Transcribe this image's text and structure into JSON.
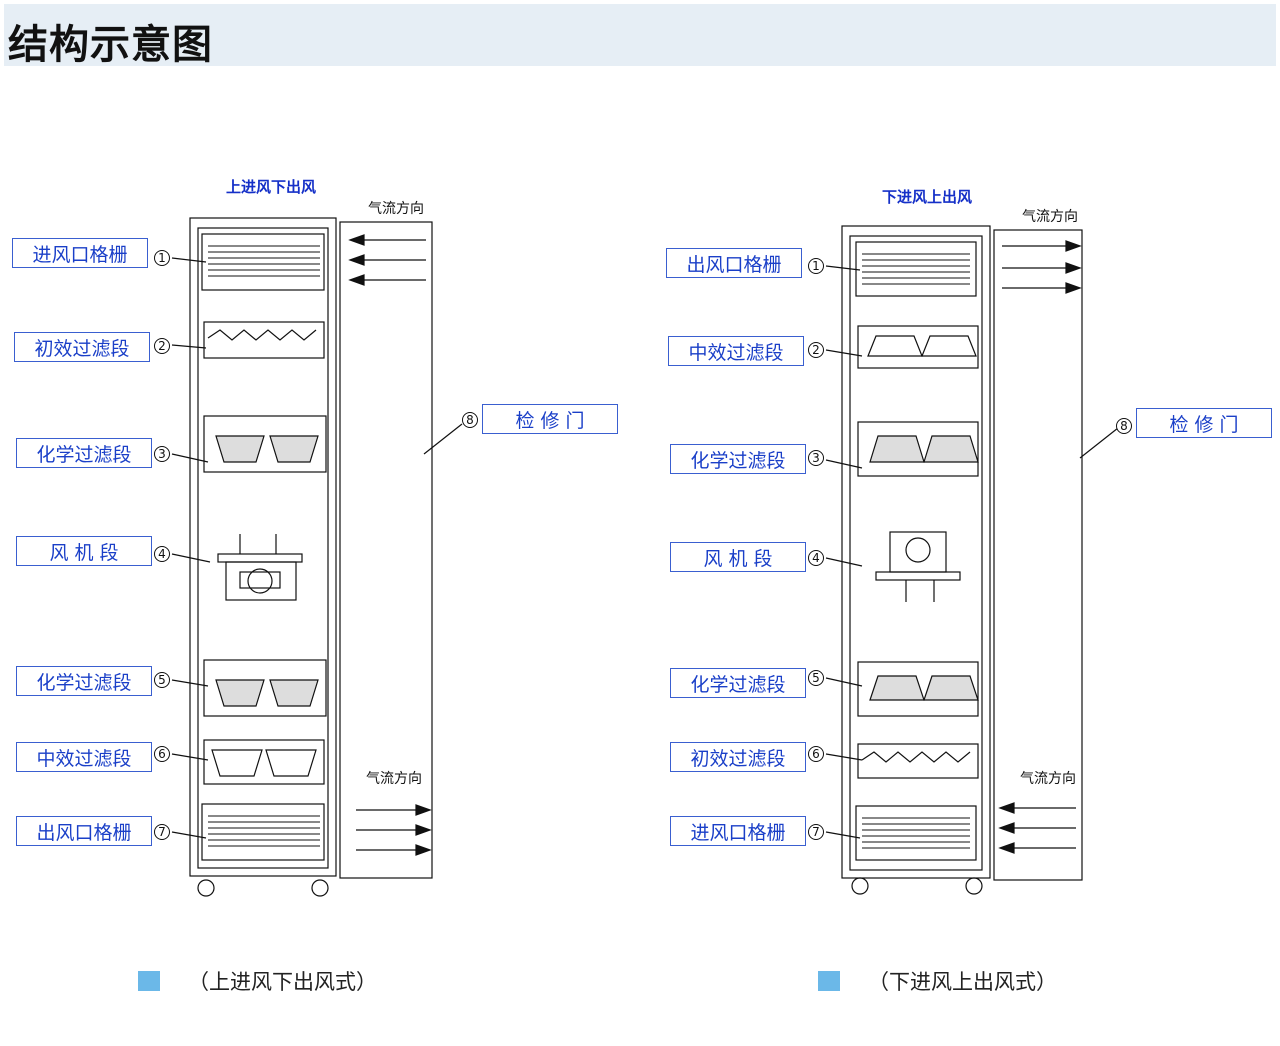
{
  "header": {
    "title": "结构示意图"
  },
  "colors": {
    "header_bg": "#e6eef5",
    "label_text": "#1a3fc8",
    "label_border": "#3a5fd0",
    "legend_swatch": "#6bb8e8"
  },
  "diagrams": [
    {
      "title": "上进风下出风",
      "airflow_top": "气流方向",
      "airflow_bottom": "气流方向",
      "components": [
        {
          "num": "1",
          "label": "进风口格栅"
        },
        {
          "num": "2",
          "label": "初效过滤段"
        },
        {
          "num": "3",
          "label": "化学过滤段"
        },
        {
          "num": "4",
          "label": "风 机 段"
        },
        {
          "num": "5",
          "label": "化学过滤段"
        },
        {
          "num": "6",
          "label": "中效过滤段"
        },
        {
          "num": "7",
          "label": "出风口格栅"
        }
      ],
      "door": {
        "num": "8",
        "label": "检 修 门"
      },
      "legend": "（上进风下出风式）"
    },
    {
      "title": "下进风上出风",
      "airflow_top": "气流方向",
      "airflow_bottom": "气流方向",
      "components": [
        {
          "num": "1",
          "label": "出风口格栅"
        },
        {
          "num": "2",
          "label": "中效过滤段"
        },
        {
          "num": "3",
          "label": "化学过滤段"
        },
        {
          "num": "4",
          "label": "风 机 段"
        },
        {
          "num": "5",
          "label": "化学过滤段"
        },
        {
          "num": "6",
          "label": "初效过滤段"
        },
        {
          "num": "7",
          "label": "进风口格栅"
        }
      ],
      "door": {
        "num": "8",
        "label": "检 修 门"
      },
      "legend": "（下进风上出风式）"
    }
  ]
}
